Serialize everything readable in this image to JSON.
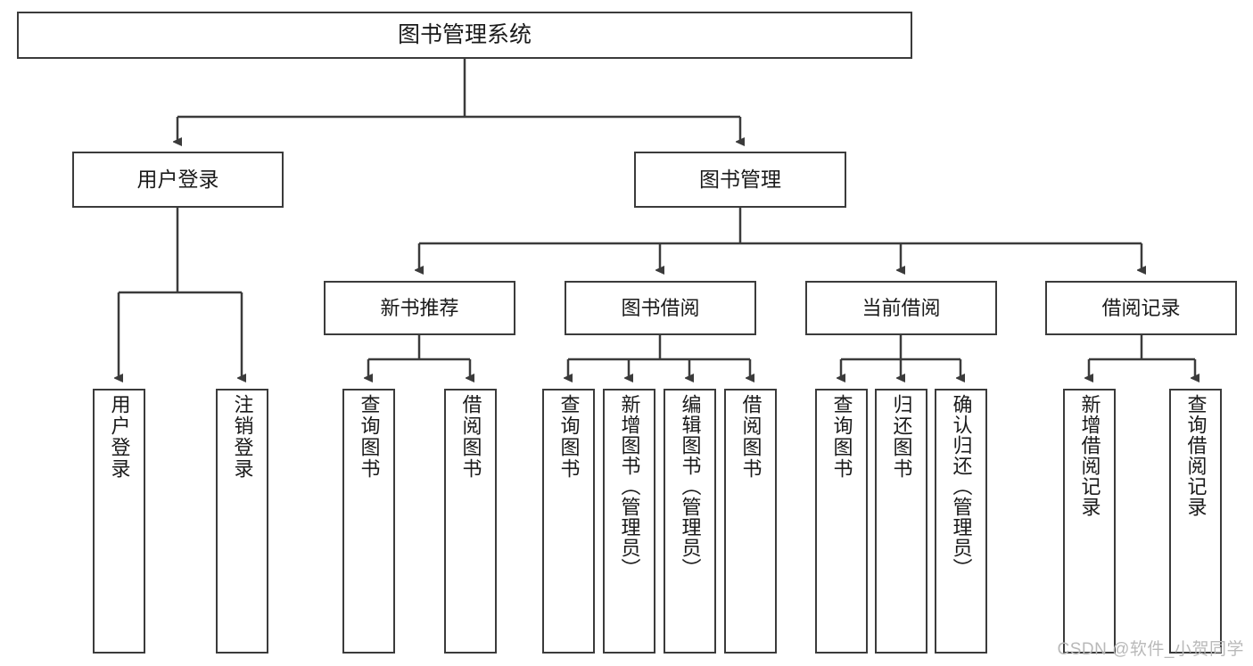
{
  "diagram": {
    "title_node": {
      "label": "图书管理系统"
    },
    "level1": [
      {
        "id": "login",
        "label": "用户登录"
      },
      {
        "id": "bookmg",
        "label": "图书管理"
      }
    ],
    "level2": [
      {
        "id": "newbook",
        "label": "新书推荐"
      },
      {
        "id": "borrow",
        "label": "图书借阅"
      },
      {
        "id": "current",
        "label": "当前借阅"
      },
      {
        "id": "record",
        "label": "借阅记录"
      }
    ],
    "leaves": {
      "login": [
        {
          "id": "user-login",
          "label": "用户登录"
        },
        {
          "id": "user-logout",
          "label": "注销登录"
        }
      ],
      "newbook": [
        {
          "id": "query-book-1",
          "label": "查询图书"
        },
        {
          "id": "borrow-book-1",
          "label": "借阅图书"
        }
      ],
      "borrow": [
        {
          "id": "query-book-2",
          "label": "查询图书"
        },
        {
          "id": "add-book",
          "label": "新增图书（管理员）"
        },
        {
          "id": "edit-book",
          "label": "编辑图书（管理员）"
        },
        {
          "id": "borrow-book-2",
          "label": "借阅图书"
        }
      ],
      "current": [
        {
          "id": "query-book-3",
          "label": "查询图书"
        },
        {
          "id": "return-book",
          "label": "归还图书"
        },
        {
          "id": "confirm-return",
          "label": "确认归还（管理员）"
        }
      ],
      "record": [
        {
          "id": "add-record",
          "label": "新增借阅记录"
        },
        {
          "id": "query-record",
          "label": "查询借阅记录"
        }
      ]
    }
  },
  "watermark": {
    "text": "CSDN @软件_小贺同学"
  },
  "colors": {
    "stroke": "#3b3b3b",
    "fill": "#ffffff",
    "text": "#1a1a1a",
    "watermark": "#b9b9b9"
  }
}
